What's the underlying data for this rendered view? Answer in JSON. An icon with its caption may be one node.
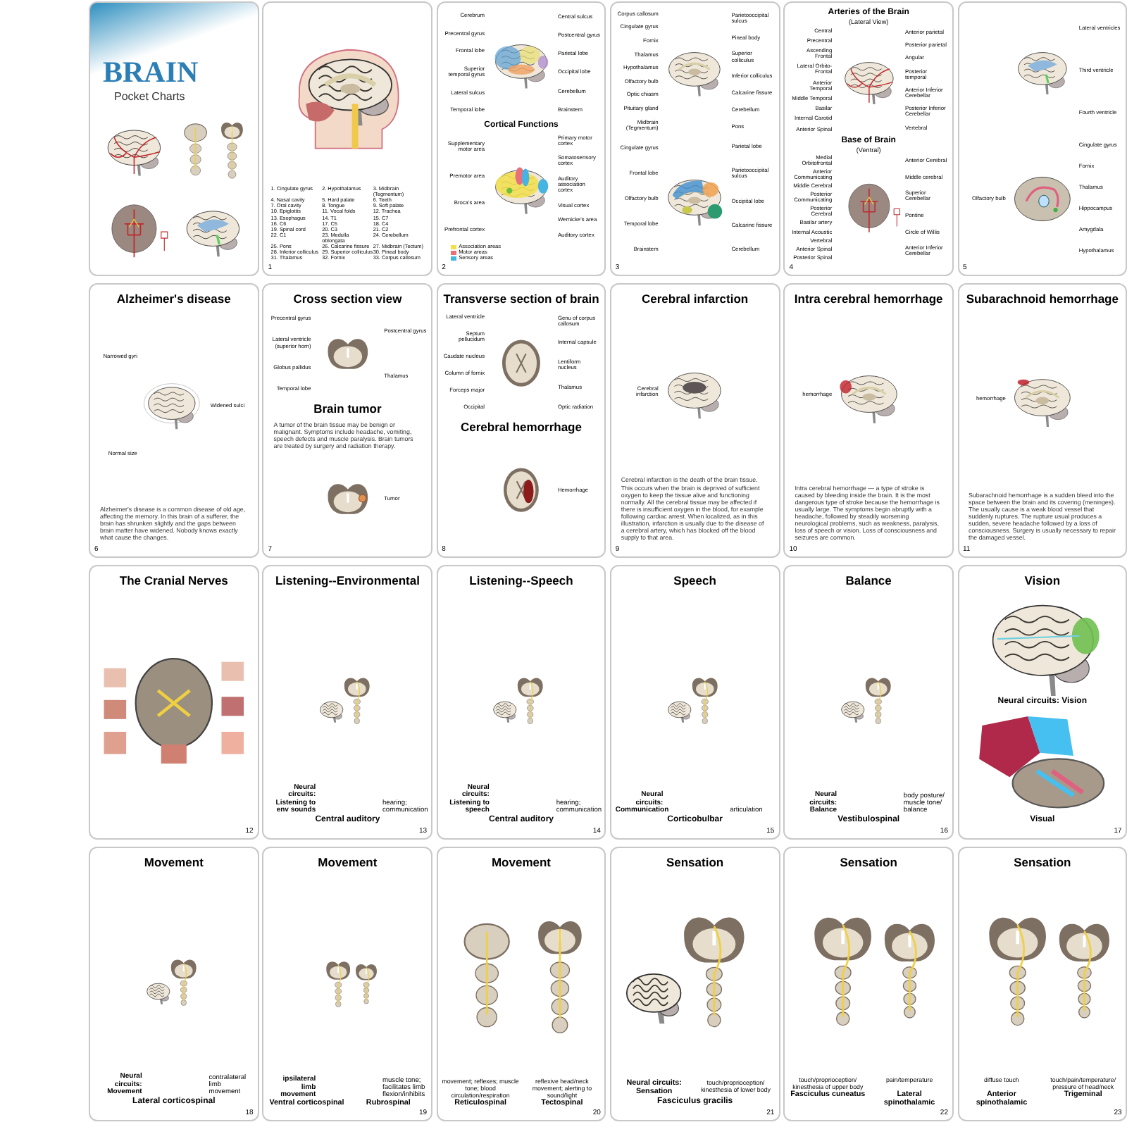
{
  "diagram": {
    "nodes": [
      {
        "text": [
          "BRAIN",
          "Pocket Charts"
        ]
      },
      {
        "text": [
          "1. Cingulate gyrus",
          "2. Hypothalamus",
          "3. Midbrain (Tegmentum)",
          "4. Nasal cavity",
          "5. Hard palate",
          "6. Teeth",
          "7. Oral cavity",
          "8. Tongue",
          "9. Soft palate",
          "10. Epiglottis",
          "11. Vocal folds",
          "12. Trachea",
          "13. Esophagus",
          "14. T1",
          "15. C7",
          "16. C6",
          "17. C5",
          "18. C4",
          "19. Spinal cord",
          "20. C3",
          "21. C2",
          "22. C1",
          "23. Medulla oblongata",
          "24. Cerebellum",
          "25. Pons",
          "26. Calcarine fissure",
          "27. Midbrain (Tectum)",
          "28. Inferior colliculus",
          "29. Superior colliculus",
          "30. Pineal body",
          "31. Thalamus",
          "32. Fornix",
          "33. Corpus callosum",
          "1"
        ]
      },
      {
        "text": [
          "Cerebrum",
          "Precentral gyrus",
          "Frontal lobe",
          "Superior temporal gyrus",
          "Lateral sulcus",
          "Temporal lobe",
          "Central sulcus",
          "Postcentral gyrus",
          "Parietal lobe",
          "Occipital lobe",
          "Cerebellum",
          "Brainstem",
          "Cortical Functions",
          "Supplementary motor area",
          "Premotor area",
          "Broca's area",
          "Prefrontal cortex",
          "Primary motor cortex",
          "Somatosensory cortex",
          "Auditory association cortex",
          "Visual cortex",
          "Wernicke's area",
          "Auditory cortex",
          "2"
        ]
      },
      {
        "text": [
          "Corpus callosum",
          "Cingulate gyrus",
          "Fornix",
          "Thalamus",
          "Hypothalamus",
          "Olfactory bulb",
          "Optic chiasm",
          "Pituitary gland",
          "Midbrain (Tegmentum)",
          "Parietooccipital sulcus",
          "Pineal body",
          "Superior colliculus",
          "Inferior colliculus",
          "Calcarine fissure",
          "Cerebellum",
          "Pons",
          "Cingulate gyrus",
          "Frontal lobe",
          "Olfactory bulb",
          "Temporal lobe",
          "Brainstem",
          "Parietal lobe",
          "Parietooccipital sulcus",
          "Occipital lobe",
          "Calcarine fissure",
          "Cerebellum",
          "3"
        ]
      },
      {
        "text": [
          "Arteries of the Brain",
          "(Lateral View)",
          "Central",
          "Precentral",
          "Ascending Frontal",
          "Lateral Orbito-Frontal",
          "Anterior Temporal",
          "Middle Temporal",
          "Basilar",
          "Internal Carotid",
          "Anterior Spinal",
          "Anterior parietal",
          "Posterior parietal",
          "Angular",
          "Posterior temporal",
          "Anterior Inferior Cerebellar",
          "Posterior Inferior Cerebellar",
          "Vertebral",
          "Base of Brain",
          "(Ventral)",
          "Medial Orbitofrontal",
          "Anterior Communicating",
          "Middle Cerebral",
          "Posterior Communicating",
          "Posterior Cerebral",
          "Basilar artery",
          "Internal Acoustic",
          "Vertebral",
          "Anterior Spinal",
          "Posterior Spinal",
          "Anterior Cerebral",
          "Middle cerebral",
          "Superior Cerebellar",
          "Pontine",
          "Circle of Willis",
          "Anterior Inferior Cerebellar",
          "4"
        ]
      },
      {
        "text": [
          "Lateral ventricles",
          "Third ventricle",
          "Fourth ventricle",
          "Olfactory bulb",
          "Cingulate gyrus",
          "Fornix",
          "Thalamus",
          "Hippocampus",
          "Amygdala",
          "Hypothalamus",
          "5"
        ]
      },
      {
        "text": [
          "Alzheimer's disease",
          "Narrowed gyri",
          "Normal size",
          "Widened sulci",
          "Alzheimer's disease is a common disease of old age, affecting the memory. In this brain of a sufferer, the brain has shrunken slightly and the gaps between brain matter have widened. Nobody knows exactly what cause the changes.",
          "6"
        ]
      },
      {
        "text": [
          "Cross section view",
          "Precentral gyrus",
          "Lateral ventricle (superior horn)",
          "Globus pallidus",
          "Temporal lobe",
          "Postcentral gyrus",
          "Thalamus",
          "Brain tumor",
          "A tumor of the brain tissue may be benign or malignant. Symptoms include headache, vomiting, speech defects and muscle paralysis. Brain tumors are treated by surgery and radiation therapy.",
          "Tumor",
          "7"
        ]
      },
      {
        "text": [
          "Transverse section of brain",
          "Lateral ventricle",
          "Septum pellucidum",
          "Caudate nucleus",
          "Column of fornix",
          "Forceps major",
          "Occipital",
          "Genu of corpus callosum",
          "Internal capsule",
          "Lentiform nucleus",
          "Thalamus",
          "Optic radiation",
          "Cerebral hemorrhage",
          "Hemorrhage",
          "8"
        ]
      },
      {
        "text": [
          "Cerebral infarction",
          "Cerebral infarction",
          "Cerebral infarction is the death of the brain tissue. This occurs when the brain is deprived of sufficient oxygen to keep the tissue alive and functioning normally. All the cerebral tissue may be affected if there is insufficient oxygen in the blood, for example following cardiac arrest. When localized, as in this illustration, infarction is usually due to the disease of a cerebral artery, which has blocked off the blood supply to that area.",
          "9"
        ]
      },
      {
        "text": [
          "Intra cerebral hemorrhage",
          "hemorrhage",
          "Intra cerebral hemorrhage — a type of stroke is caused by bleeding inside the brain. It is the most dangerous type of stroke because the hemorrhage is usually large. The symptoms begin abruptly with a headache, followed by steadily worsening neurological problems, such as weakness, paralysis, loss of speech or vision. Loss of consciousness and seizures are common.",
          "10"
        ]
      },
      {
        "text": [
          "Subarachnoid hemorrhage",
          "hemorrhage",
          "Subarachnoid hemorrhage is a sudden bleed into the space between the brain and its covering (meninges). The usually cause is a weak blood vessel that suddenly ruptures. The rupture usual produces a sudden, severe headache followed by a loss of consciousness. Surgery is usually necessary to repair the damaged vessel.",
          "11"
        ]
      },
      {
        "text": [
          "The Cranial Nerves",
          "12"
        ]
      },
      {
        "text": [
          "Listening--Environmental",
          "Neural circuits: Listening to env sounds",
          "hearing; communication",
          "Central auditory",
          "13"
        ]
      },
      {
        "text": [
          "Listening--Speech",
          "Neural circuits: Listening to speech",
          "hearing; communication",
          "Central auditory",
          "14"
        ]
      },
      {
        "text": [
          "Speech",
          "Neural circuits: Communication",
          "articulation",
          "Corticobulbar",
          "15"
        ]
      },
      {
        "text": [
          "Balance",
          "Neural circuits: Balance",
          "body posture/ muscle tone/ balance",
          "Vestibulospinal",
          "16"
        ]
      },
      {
        "text": [
          "Vision",
          "Neural circuits: Vision",
          "Visual",
          "17"
        ]
      },
      {
        "text": [
          "Movement",
          "Neural circuits: Movement",
          "contralateral limb movement",
          "Lateral corticospinal",
          "18"
        ]
      },
      {
        "text": [
          "Movement",
          "ipsilateral limb movement",
          "muscle tone; facilitates limb flexion/inhibits",
          "Ventral corticospinal",
          "Rubrospinal",
          "19"
        ]
      },
      {
        "text": [
          "Movement",
          "movement; reflexes; muscle tone; blood circulation/respiration",
          "reflexive head/neck movement; alerting to sound/light",
          "Reticulospinal",
          "Tectospinal",
          "20"
        ]
      },
      {
        "text": [
          "Sensation",
          "Neural circuits: Sensation",
          "touch/proprioception/ kinesthesia of lower body",
          "Fasciculus gracilis",
          "21"
        ]
      },
      {
        "text": [
          "Sensation",
          "touch/proprioception/ kinesthesia of upper body",
          "pain/temperature",
          "Fasciculus cuneatus",
          "Lateral spinothalamic",
          "22"
        ]
      },
      {
        "text": [
          "Sensation",
          "diffuse touch",
          "touch/pain/temperature/ pressure of head/neck",
          "Anterior spinothalamic",
          "Trigeminal",
          "23"
        ]
      }
    ],
    "legend": [
      {
        "text": "Association areas",
        "color": "#f2df4a"
      },
      {
        "text": "Motor areas",
        "color": "#e8707a"
      },
      {
        "text": "Sensory areas",
        "color": "#45b4e2"
      }
    ]
  }
}
